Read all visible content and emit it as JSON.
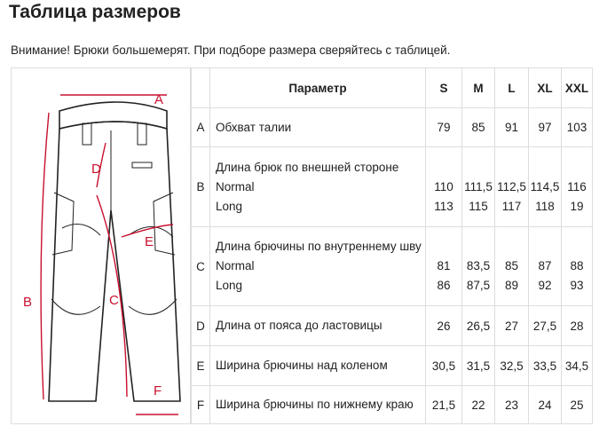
{
  "title": "Таблица размеров",
  "note": "Внимание! Брюки большемерят. При подборе размера сверяйтесь с таблицей.",
  "diagram_labels": [
    "A",
    "B",
    "C",
    "D",
    "E",
    "F"
  ],
  "table": {
    "header": {
      "param": "Параметр",
      "sizes": [
        "S",
        "M",
        "L",
        "XL",
        "XXL"
      ]
    },
    "rows": [
      {
        "letter": "A",
        "param": "Обхват талии",
        "values": [
          "79",
          "85",
          "91",
          "97",
          "103"
        ]
      },
      {
        "letter": "B",
        "param": "Длина брюк по внешней стороне",
        "sub": [
          "Normal",
          "Long"
        ],
        "values": [
          "110",
          "111,5",
          "112,5",
          "114,5",
          "116"
        ],
        "values2": [
          "113",
          "115",
          "117",
          "118",
          "19"
        ]
      },
      {
        "letter": "C",
        "param": "Длина брючины по внутреннему шву",
        "sub": [
          "Normal",
          "Long"
        ],
        "values": [
          "81",
          "83,5",
          "85",
          "87",
          "88"
        ],
        "values2": [
          "86",
          "87,5",
          "89",
          "92",
          "93"
        ]
      },
      {
        "letter": "D",
        "param": "Длина от пояса до ластовицы",
        "values": [
          "26",
          "26,5",
          "27",
          "27,5",
          "28"
        ]
      },
      {
        "letter": "E",
        "param": "Ширина брючины над коленом",
        "values": [
          "30,5",
          "31,5",
          "32,5",
          "33,5",
          "34,5"
        ]
      },
      {
        "letter": "F",
        "param": "Ширина брючины по нижнему краю",
        "values": [
          "21,5",
          "22",
          "23",
          "24",
          "25"
        ]
      }
    ]
  }
}
